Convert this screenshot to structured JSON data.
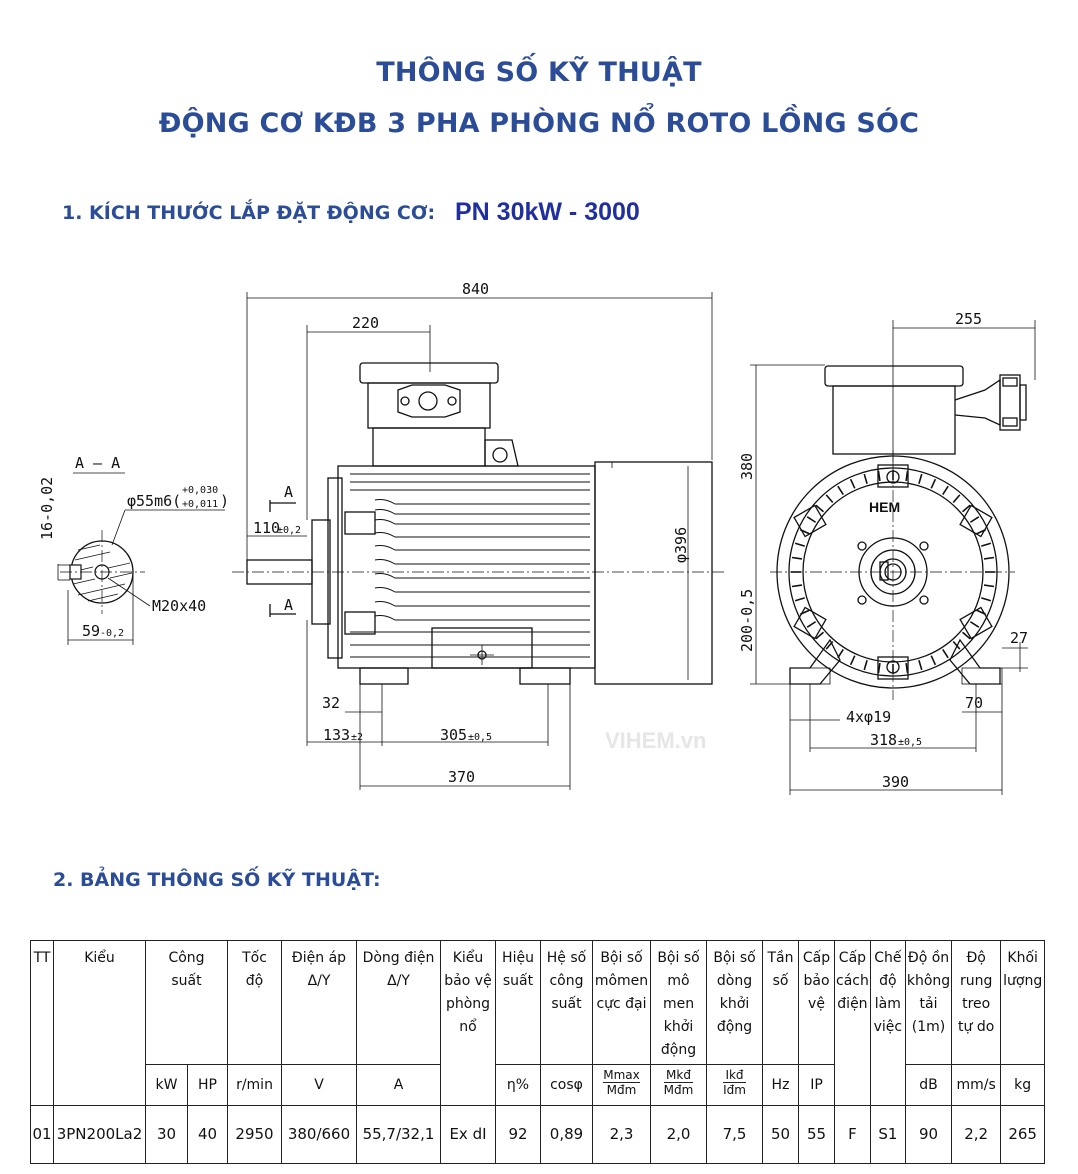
{
  "heading": {
    "line1": "THÔNG SỐ KỸ THUẬT",
    "line2": "ĐỘNG CƠ KĐB 3 PHA PHÒNG NỔ ROTO LỒNG SÓC"
  },
  "section1": {
    "label": "1. KÍCH THƯỚC LẮP ĐẶT ĐỘNG CƠ:",
    "model": "PN 30kW - 3000"
  },
  "section2": {
    "label": "2. BẢNG THÔNG SỐ KỸ THUẬT:"
  },
  "drawing": {
    "watermark": "VIHEM.vn",
    "brand": "HEM",
    "section_label": "A – A",
    "section_mark": "A",
    "dims": {
      "d840": "840",
      "d220": "220",
      "d255": "255",
      "d380": "380",
      "d396": "φ396",
      "d110": "110",
      "d110_tol": "±0,2",
      "d32": "32",
      "d133": "133",
      "d133_tol": "±2",
      "d305": "305",
      "d305_tol": "±0,5",
      "d370": "370",
      "d200": "200-0,5",
      "d27": "27",
      "d70": "70",
      "d4x19": "4xφ19",
      "d318": "318",
      "d318_tol": "±0,5",
      "d390": "390",
      "shaft": "φ55m6(",
      "shaft_tol_up": "+0,030",
      "shaft_tol_dn": "+0,011",
      "shaft_close": ")",
      "key16": "16-0,02",
      "m20": "M20x40",
      "d59": "59",
      "d59_tol": "-0,2"
    }
  },
  "table": {
    "headers": {
      "tt": "TT",
      "kieu": "Kiểu",
      "cong_suat": [
        "Công",
        "suất"
      ],
      "toc_do": [
        "Tốc",
        "độ"
      ],
      "dien_ap": [
        "Điện áp",
        "",
        "Δ/Y"
      ],
      "dong_dien": [
        "Dòng điện",
        "",
        "Δ/Y"
      ],
      "bao_ve": [
        "Kiểu",
        "bảo vệ",
        "phòng",
        "nổ"
      ],
      "hieu_suat": [
        "Hiệu",
        "suất"
      ],
      "he_so": [
        "Hệ số",
        "công",
        "suất"
      ],
      "momen": [
        "Bội số",
        "mômen",
        "cực đại"
      ],
      "khoi_dong": [
        "Bội số",
        "mô men",
        "khởi",
        "động"
      ],
      "dong_kd": [
        "Bội số",
        "dòng",
        "khởi",
        "động"
      ],
      "tan_so": [
        "Tần",
        "số"
      ],
      "cap_bv": [
        "Cấp",
        "bảo",
        "vệ"
      ],
      "cach_dien": [
        "Cấp",
        "cách",
        "điện"
      ],
      "che_do": [
        "Chế",
        "độ",
        "làm",
        "việc"
      ],
      "do_on": [
        "Độ ồn",
        "không",
        "tải (1m)"
      ],
      "do_rung": [
        "Độ",
        "rung",
        "treo",
        "tự do"
      ],
      "khoi_luong": [
        "Khối",
        "lượng"
      ]
    },
    "units": {
      "kw": "kW",
      "hp": "HP",
      "rpm": "r/min",
      "v": "V",
      "a": "A",
      "eta": "η%",
      "cos": "cosφ",
      "mmax": "Mmax",
      "mdm": "Mđm",
      "mkd": "Mkđ",
      "ikd": "Ikđ",
      "idm": "Iđm",
      "hz": "Hz",
      "ip": "IP",
      "db": "dB",
      "mms": "mm/s",
      "kg": "kg"
    },
    "rows": [
      {
        "tt": "01",
        "kieu": "3PN200La2",
        "kw": "30",
        "hp": "40",
        "rpm": "2950",
        "v": "380/660",
        "a": "55,7/32,1",
        "ex": "Ex dI",
        "eta": "92",
        "cos": "0,89",
        "mmax": "2,3",
        "mkd": "2,0",
        "ikd": "7,5",
        "hz": "50",
        "ip": "55",
        "ins": "F",
        "duty": "S1",
        "db": "90",
        "vib": "2,2",
        "kg": "265"
      }
    ]
  }
}
